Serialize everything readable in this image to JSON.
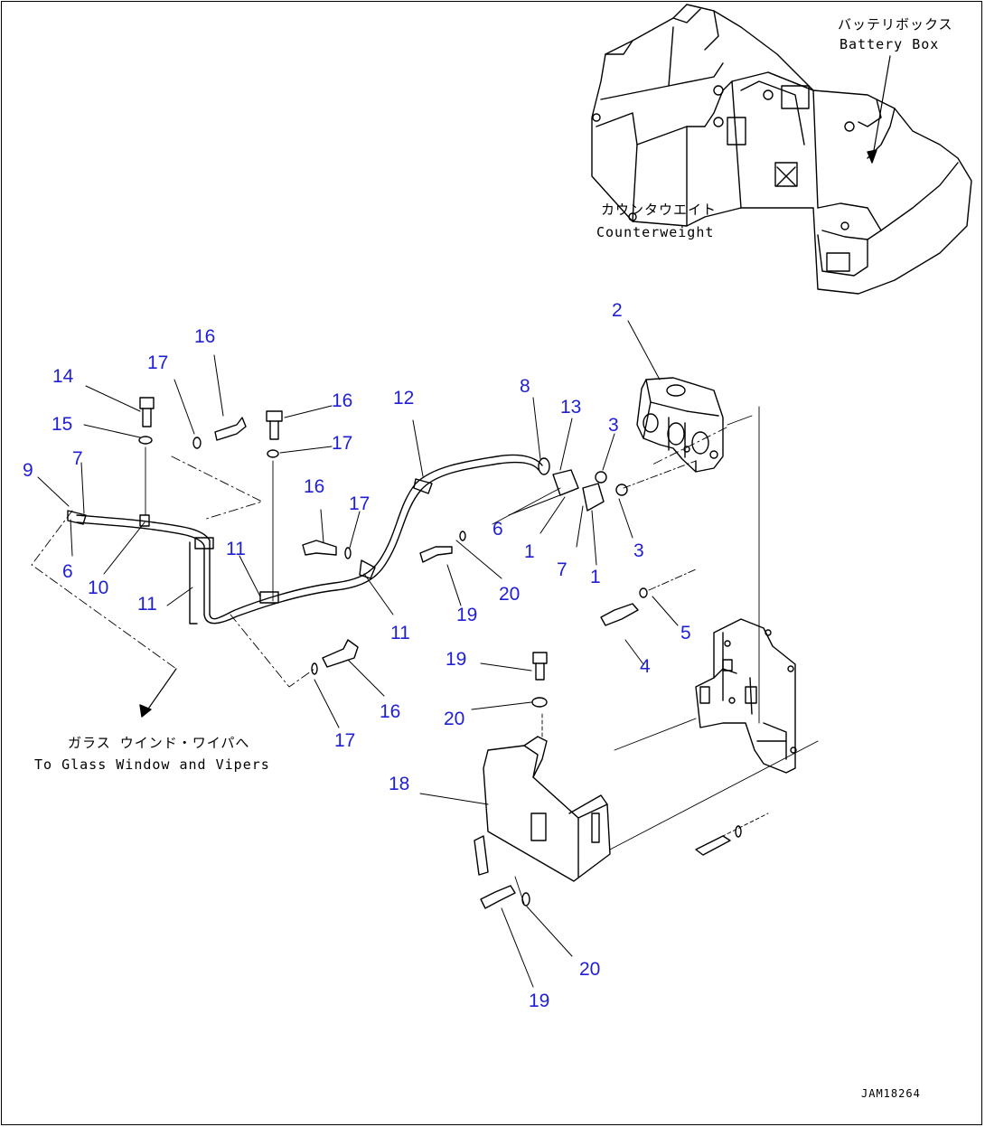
{
  "notes": {
    "battery_box_jp": "バッテリボックス",
    "battery_box_en": "Battery Box",
    "counterweight_jp": "カウンタウエイト",
    "counterweight_en": "Counterweight",
    "glass_window_jp": "ガラス ウインド・ワイパへ",
    "glass_window_en": "To Glass Window and Vipers"
  },
  "drawing_id": "JAM18264",
  "callouts": [
    {
      "id": "c2",
      "text": "2"
    },
    {
      "id": "c16a",
      "text": "16"
    },
    {
      "id": "c17a",
      "text": "17"
    },
    {
      "id": "c14",
      "text": "14"
    },
    {
      "id": "c15",
      "text": "15"
    },
    {
      "id": "c16b",
      "text": "16"
    },
    {
      "id": "c17b",
      "text": "17"
    },
    {
      "id": "c12",
      "text": "12"
    },
    {
      "id": "c8",
      "text": "8"
    },
    {
      "id": "c13",
      "text": "13"
    },
    {
      "id": "c3a",
      "text": "3"
    },
    {
      "id": "c9",
      "text": "9"
    },
    {
      "id": "c7a",
      "text": "7"
    },
    {
      "id": "c16c",
      "text": "16"
    },
    {
      "id": "c17c",
      "text": "17"
    },
    {
      "id": "c6a",
      "text": "6"
    },
    {
      "id": "c3b",
      "text": "3"
    },
    {
      "id": "c1a",
      "text": "1"
    },
    {
      "id": "c11a",
      "text": "11"
    },
    {
      "id": "c6b",
      "text": "6"
    },
    {
      "id": "c10",
      "text": "10"
    },
    {
      "id": "c11b",
      "text": "11"
    },
    {
      "id": "c20a",
      "text": "20"
    },
    {
      "id": "c7b",
      "text": "7"
    },
    {
      "id": "c1b",
      "text": "1"
    },
    {
      "id": "c19a",
      "text": "19"
    },
    {
      "id": "c11c",
      "text": "11"
    },
    {
      "id": "c5",
      "text": "5"
    },
    {
      "id": "c19b",
      "text": "19"
    },
    {
      "id": "c4",
      "text": "4"
    },
    {
      "id": "c16d",
      "text": "16"
    },
    {
      "id": "c20b",
      "text": "20"
    },
    {
      "id": "c17d",
      "text": "17"
    },
    {
      "id": "c18",
      "text": "18"
    },
    {
      "id": "c20c",
      "text": "20"
    },
    {
      "id": "c19c",
      "text": "19"
    }
  ]
}
